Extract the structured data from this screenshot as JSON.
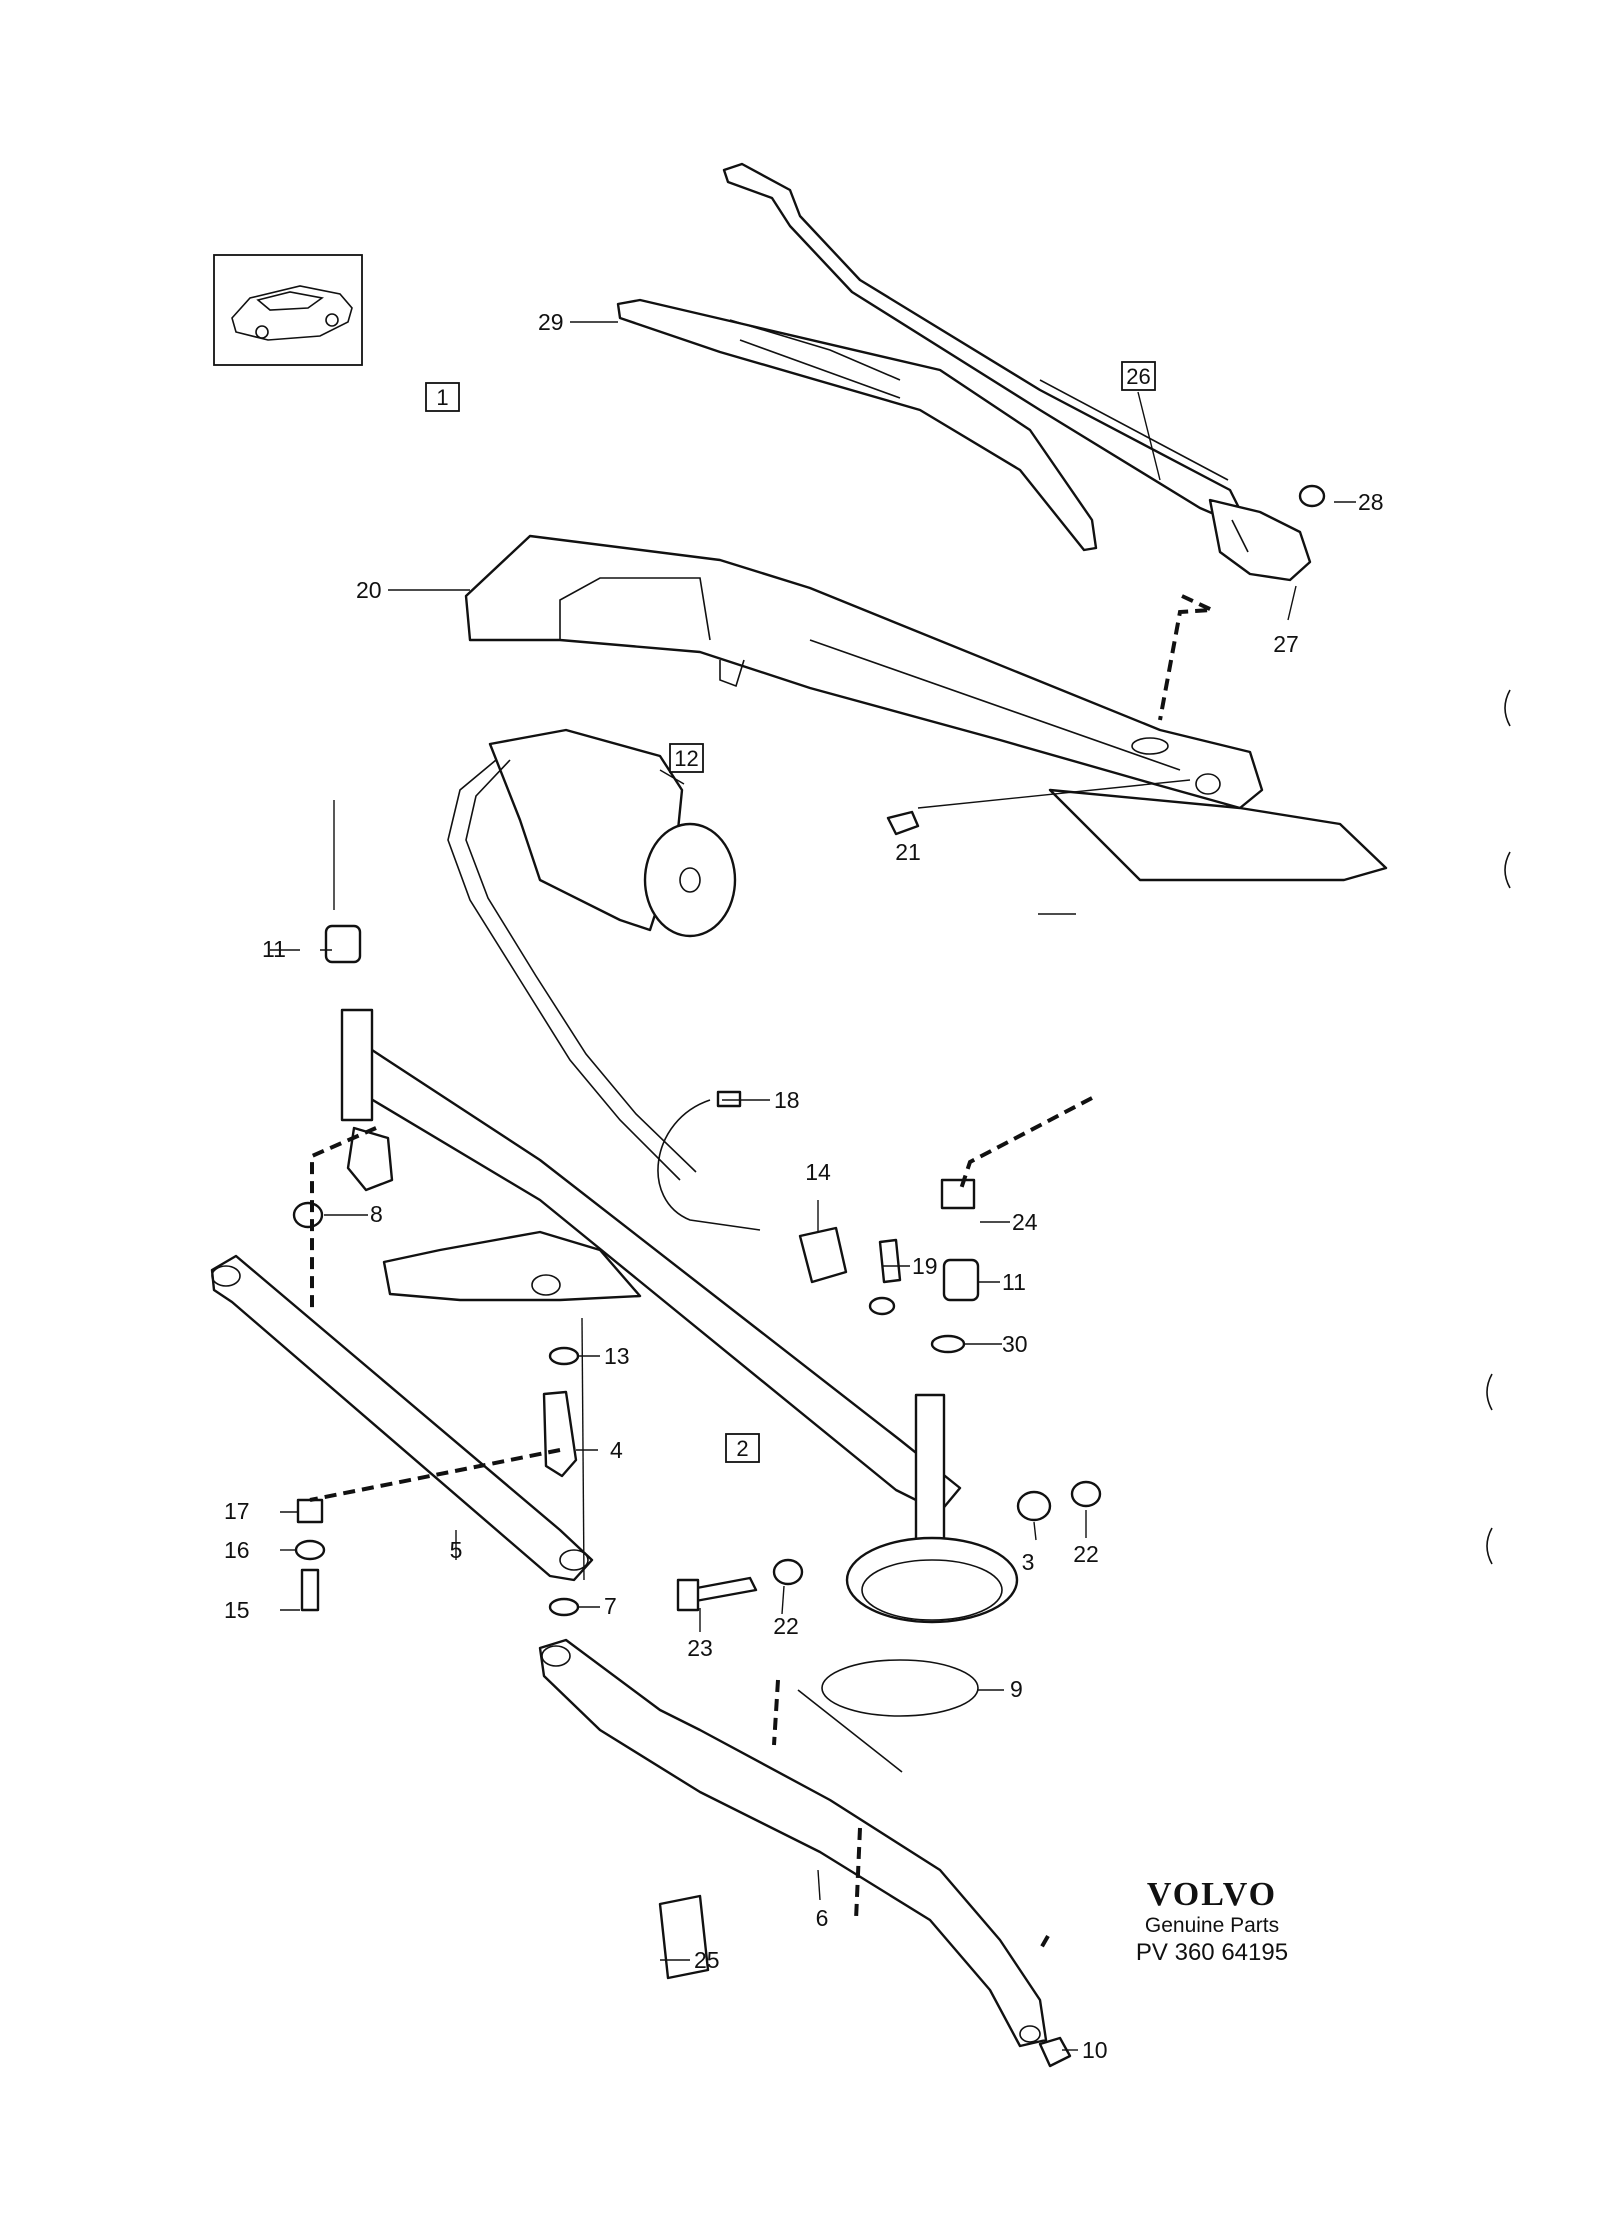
{
  "diagram": {
    "brand": "VOLVO",
    "brand_sub": "Genuine Parts",
    "diagram_code": "PV 360 64195",
    "boxed_callouts": [
      "1",
      "2",
      "12",
      "26"
    ],
    "callouts": [
      "3",
      "4",
      "5",
      "6",
      "7",
      "8",
      "9",
      "10",
      "11",
      "13",
      "14",
      "15",
      "16",
      "17",
      "18",
      "19",
      "20",
      "21",
      "22",
      "23",
      "24",
      "25",
      "27",
      "28",
      "29",
      "30"
    ]
  }
}
